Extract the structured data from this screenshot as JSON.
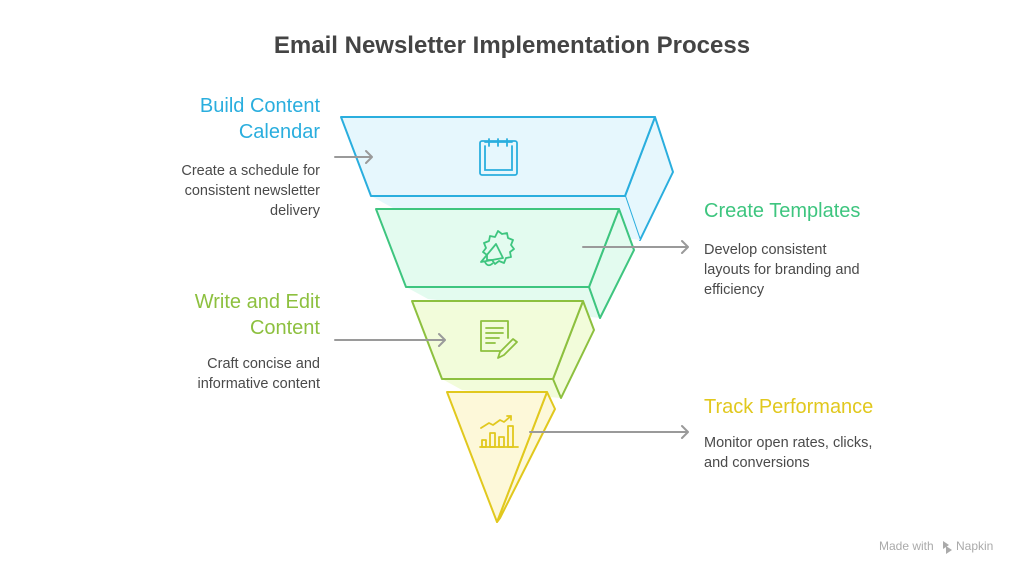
{
  "title": "Email Newsletter Implementation Process",
  "colors": {
    "blue": "#2aaede",
    "blue_fill": "#e6f7fd",
    "green": "#3ec57f",
    "green_fill": "#e3fbef",
    "lime": "#8dc03f",
    "lime_fill": "#f2fcda",
    "yellow": "#e1c81e",
    "yellow_fill": "#fdf8d9"
  },
  "steps": [
    {
      "title_lines": [
        "Build Content",
        "Calendar"
      ],
      "desc_lines": [
        "Create a schedule for",
        "consistent newsletter",
        "delivery"
      ],
      "icon": "calendar-icon"
    },
    {
      "title_lines": [
        "Create Templates"
      ],
      "desc_lines": [
        "Develop consistent",
        "layouts for branding and",
        "efficiency"
      ],
      "icon": "megaphone-badge-icon"
    },
    {
      "title_lines": [
        "Write and Edit",
        "Content"
      ],
      "desc_lines": [
        "Craft concise and",
        "informative content"
      ],
      "icon": "document-edit-icon"
    },
    {
      "title_lines": [
        "Track Performance"
      ],
      "desc_lines": [
        "Monitor open rates, clicks,",
        "and conversions"
      ],
      "icon": "chart-growth-icon"
    }
  ],
  "footer": {
    "made_with": "Made with",
    "brand": "Napkin"
  }
}
